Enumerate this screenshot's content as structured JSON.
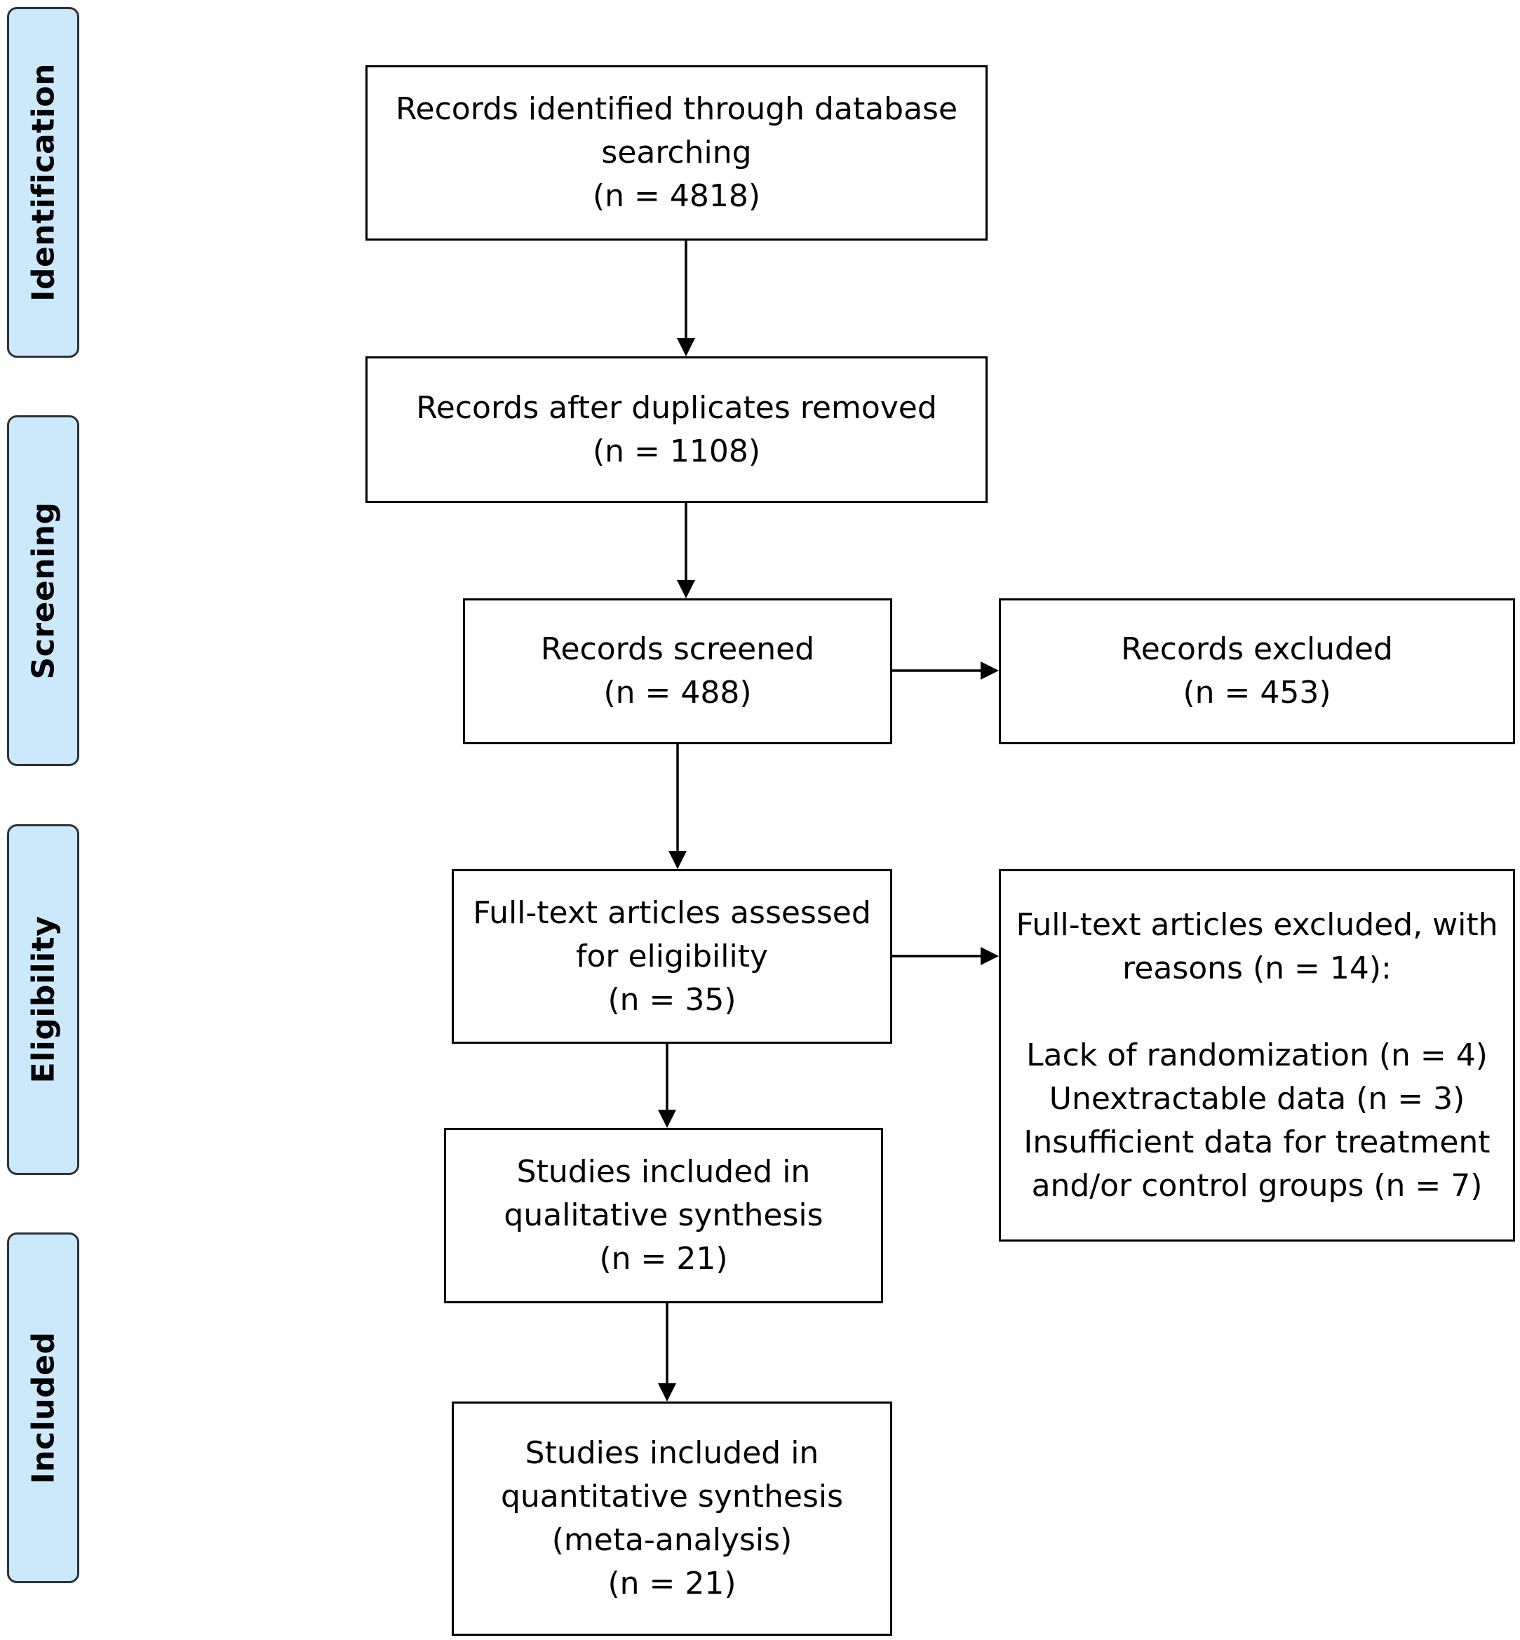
{
  "phases": {
    "identification": "Identification",
    "screening": "Screening",
    "eligibility": "Eligibility",
    "included": "Included"
  },
  "boxes": {
    "identified": {
      "line1": "Records identified through database",
      "line2": "searching",
      "count": "(n = 4818)"
    },
    "deduplicated": {
      "line1": "Records after duplicates removed",
      "count": "(n = 1108)"
    },
    "screened": {
      "line1": "Records screened",
      "count": "(n = 488)"
    },
    "excluded": {
      "line1": "Records excluded",
      "count": "(n = 453)"
    },
    "fulltext": {
      "line1": "Full-text articles assessed",
      "line2": "for eligibility",
      "count": "(n = 35)"
    },
    "fulltext_excluded": {
      "line1": "Full-text articles excluded, with",
      "line2": "reasons (n = 14):",
      "reasons": [
        "Lack of randomization (n = 4)",
        "Unextractable data (n = 3)",
        "Insufficient data for treatment",
        "and/or control groups (n = 7)"
      ]
    },
    "qualitative": {
      "line1": "Studies included in",
      "line2": "qualitative synthesis",
      "count": "(n = 21)"
    },
    "quantitative": {
      "line1": "Studies included in",
      "line2": "quantitative synthesis",
      "line3": "(meta-analysis)",
      "count": "(n = 21)"
    }
  }
}
